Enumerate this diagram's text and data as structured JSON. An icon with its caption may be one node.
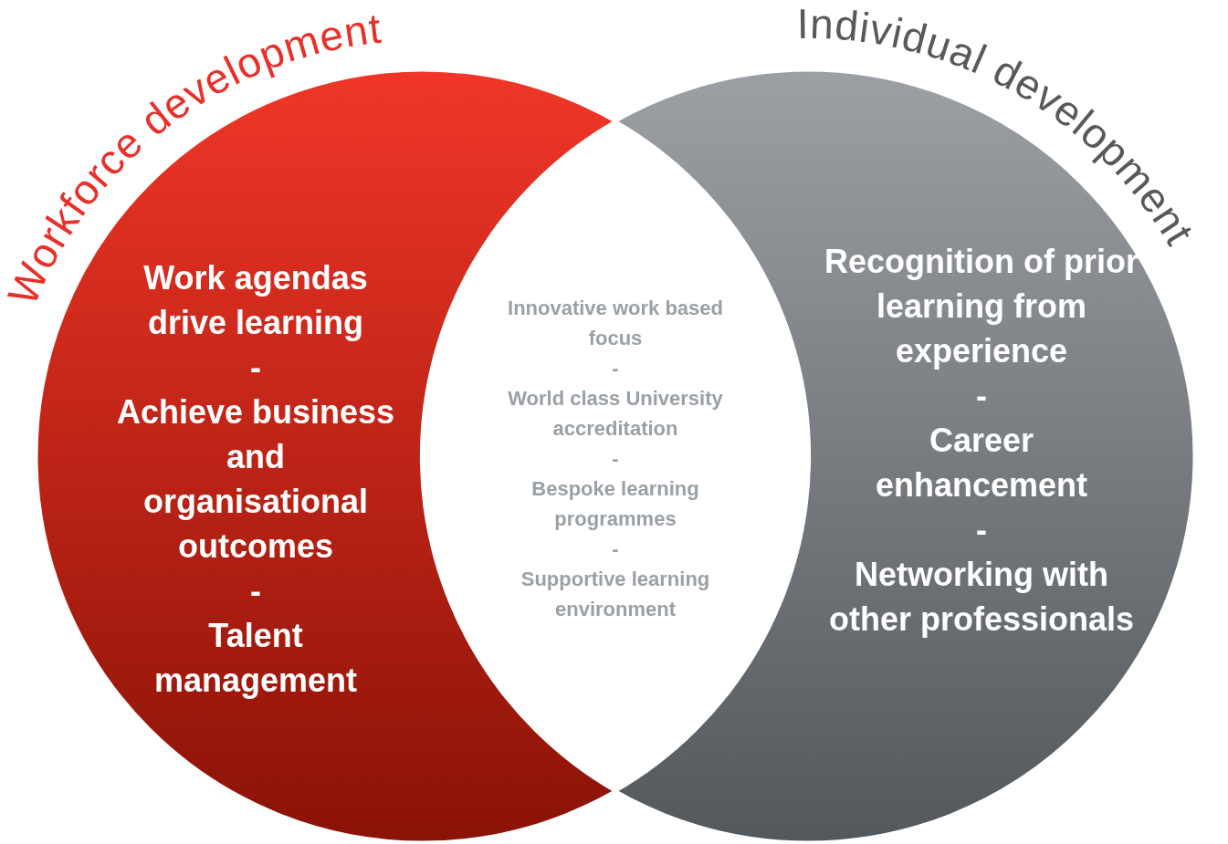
{
  "diagram": {
    "nodes": [
      {
        "text": [
          "Workforce development",
          "Work agendas drive learning",
          "-",
          "Achieve business and organisational outcomes",
          "-",
          "Talent management"
        ]
      },
      {
        "text": [
          "Individual development",
          "Recognition of prior learning from experience",
          "-",
          "Career enhancement",
          "-",
          "Networking with other professionals"
        ]
      },
      {
        "text": [
          "Innovative work based focus",
          "-",
          "World class University accreditation",
          "-",
          "Bespoke learning programmes",
          "-",
          "Supportive learning environment"
        ]
      }
    ]
  }
}
